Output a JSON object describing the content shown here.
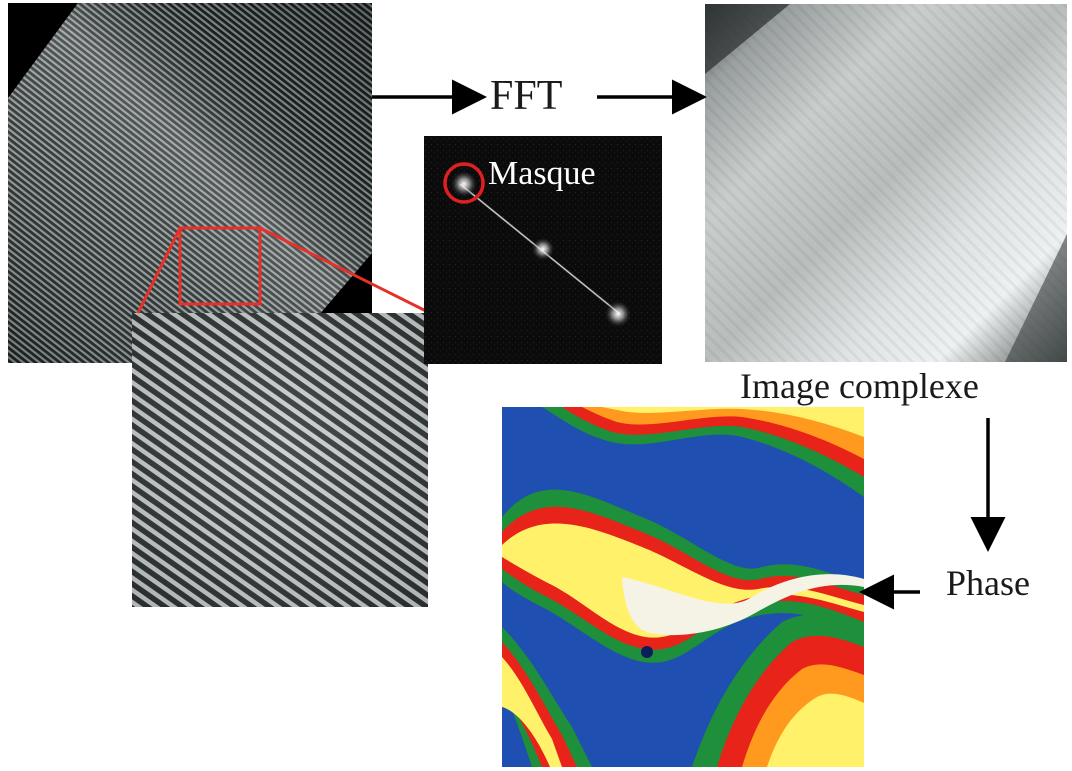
{
  "labels": {
    "fft": "FFT",
    "mask": "Masque",
    "complex_image": "Image complexe",
    "phase": "Phase"
  },
  "colors": {
    "zoom_outline": "#e8302a",
    "mask_circle": "#e02020",
    "arrows": "#000000",
    "phase_map": [
      "#f5f2e6",
      "#fff26a",
      "#ff9a1e",
      "#e8231a",
      "#1e8f3a",
      "#1f4fb0",
      "#0c1e5a"
    ]
  }
}
